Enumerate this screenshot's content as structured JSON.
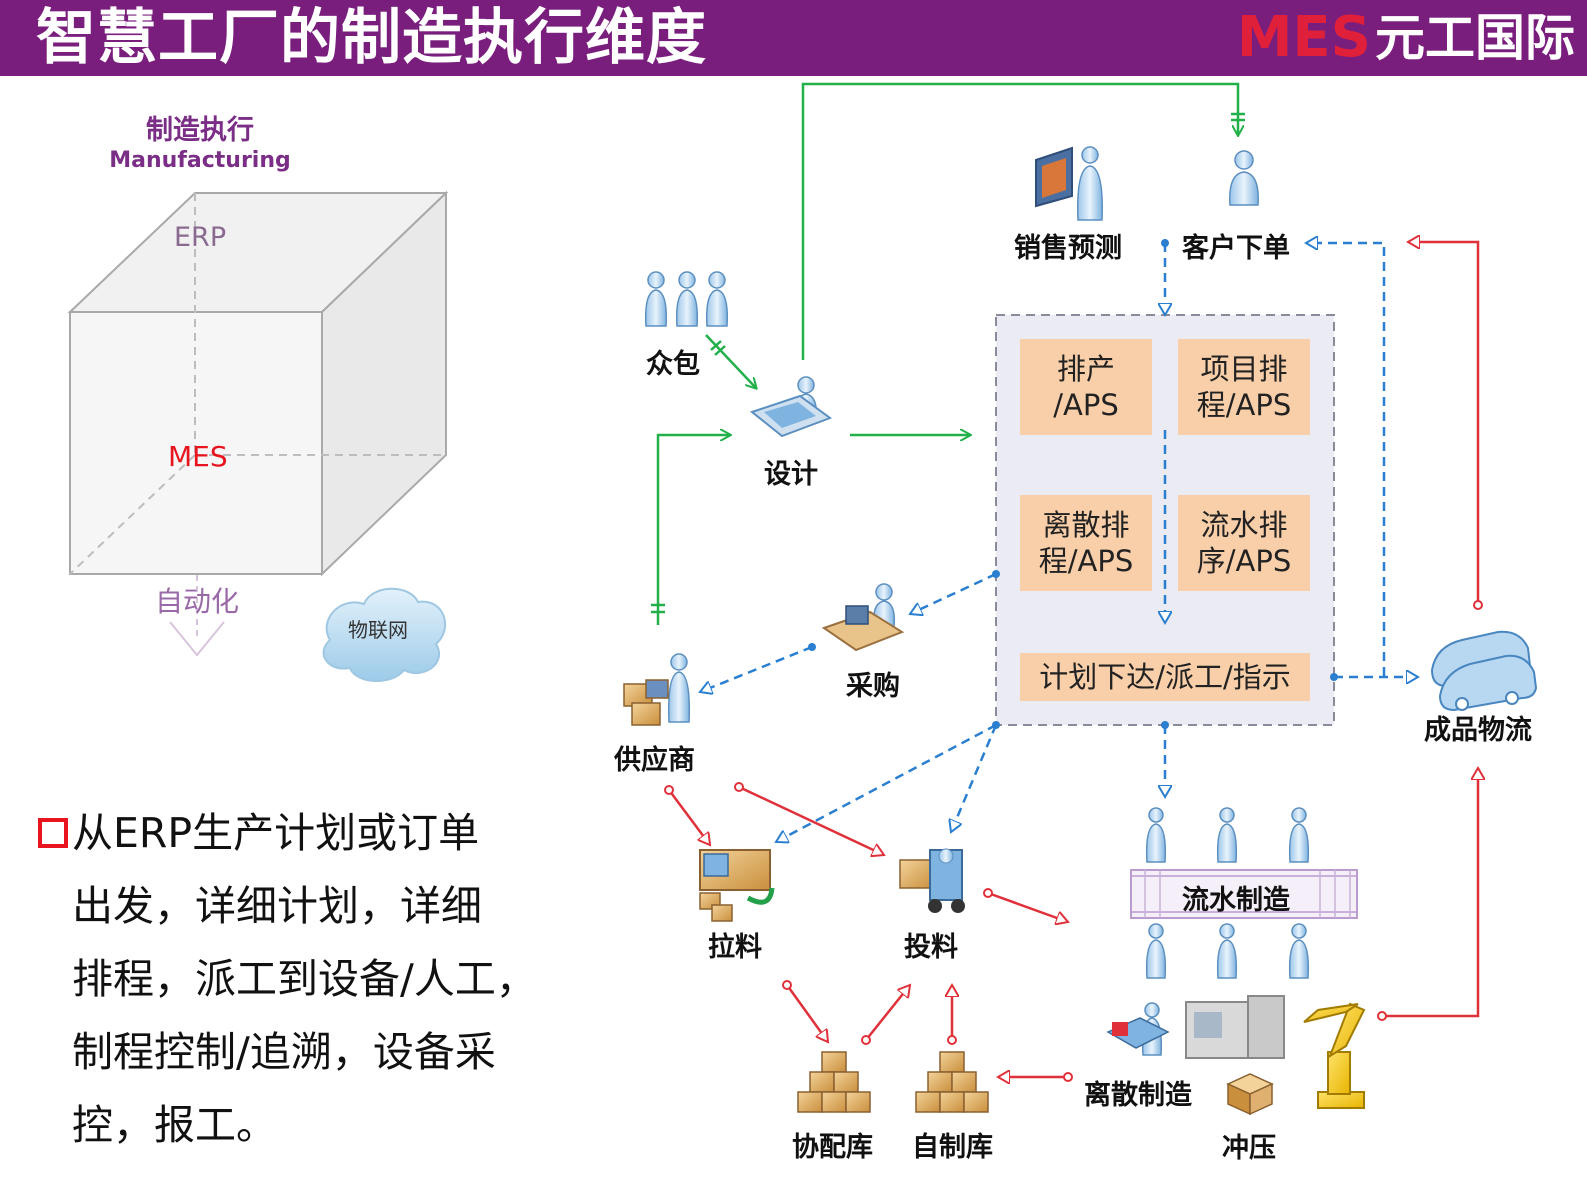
{
  "header": {
    "title": "智慧工厂的制造执行维度",
    "logo_mark": "MES",
    "logo_text": "元工国际"
  },
  "cube": {
    "title_cn": "制造执行",
    "title_en": "Manufacturing",
    "erp": "ERP",
    "mes": "MES",
    "automation": "自动化",
    "iot": "物联网"
  },
  "bullet": {
    "lines": [
      "从ERP生产计划或订单",
      "出发，详细计划，详细",
      "排程，派工到设备/人工，",
      "制程控制/追溯，设备采",
      "控，报工。"
    ]
  },
  "flow": {
    "sales_forecast": "销售预测",
    "customer_order": "客户下单",
    "crowdsourcing": "众包",
    "design": "设计",
    "purchase": "采购",
    "supplier": "供应商",
    "finished_logistics": "成品物流",
    "schedule_boxes": [
      "排产\n/APS",
      "项目排\n程/APS",
      "离散排\n程/APS",
      "流水排\n序/APS"
    ],
    "dispatch": "计划下达/派工/指示",
    "pull_material": "拉料",
    "feed_material": "投料",
    "assembly_line": "流水制造",
    "collab_store": "协配库",
    "self_store": "自制库",
    "discrete_mfg": "离散制造",
    "stamping": "冲压"
  },
  "colors": {
    "header_bg": "#7a1e7e",
    "green_arrow": "#22b04a",
    "blue_dashed": "#2a7fd0",
    "red_arrow": "#e0303a",
    "schedule_fill": "#f9cfa9"
  }
}
